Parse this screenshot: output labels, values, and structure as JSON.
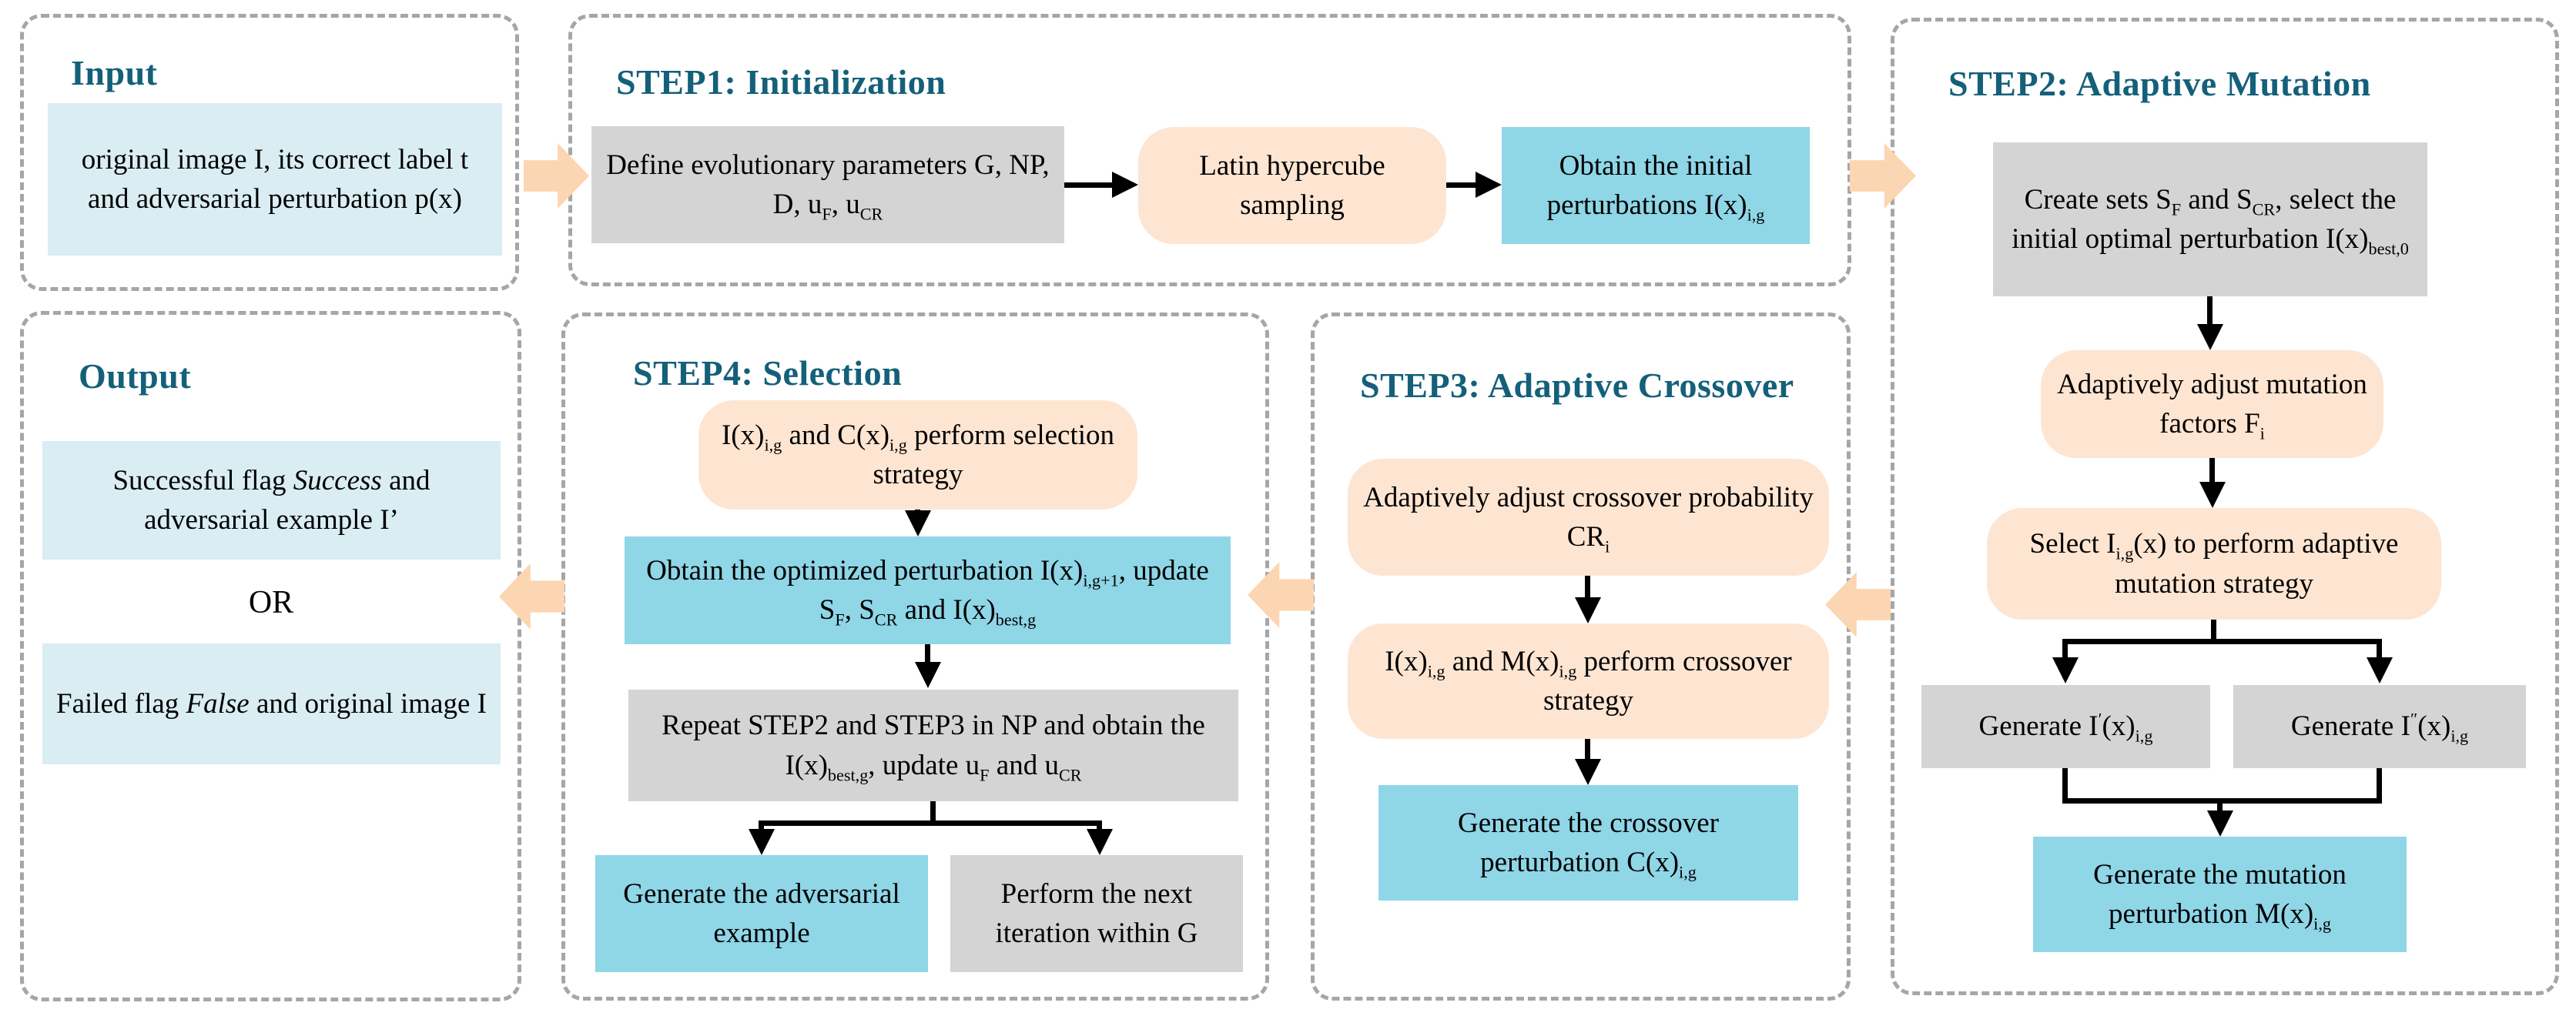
{
  "palette": {
    "title_teal": "#14607a",
    "dashed_border_gray": "#a6a6a6",
    "node_gray": "#d4d4d4",
    "node_peach": "#fde5d2",
    "node_blue": "#8fd6e7",
    "node_lightblue": "#d9edf3",
    "flow_arrow_peach": "#fcd6b2",
    "text_black": "#000000"
  },
  "panels": {
    "input": {
      "title": "Input",
      "box": [
        {
          "t": "original image I, its correct label t and adversarial perturbation p(x)"
        }
      ]
    },
    "step1": {
      "title": "STEP1: Initialization",
      "nodes": {
        "define": [
          {
            "t": "Define evolutionary parameters G, NP, D, u"
          },
          {
            "sub": "F"
          },
          {
            "t": ", u"
          },
          {
            "sub": "CR"
          }
        ],
        "sampling": [
          {
            "t": "Latin hypercube sampling"
          }
        ],
        "obtain": [
          {
            "t": "Obtain the initial perturbations I(x)"
          },
          {
            "sub": "i,g"
          }
        ]
      }
    },
    "step2": {
      "title": "STEP2: Adaptive Mutation",
      "nodes": {
        "create": [
          {
            "t": "Create sets S"
          },
          {
            "sub": "F"
          },
          {
            "t": " and S"
          },
          {
            "sub": "CR"
          },
          {
            "t": ", select the initial optimal perturbation I(x)"
          },
          {
            "sub": "best,0"
          }
        ],
        "adjust_f": [
          {
            "t": "Adaptively adjust mutation factors F"
          },
          {
            "sub": "i"
          }
        ],
        "select": [
          {
            "t": "Select I"
          },
          {
            "sub": "i,g"
          },
          {
            "t": "(x) to perform adaptive mutation strategy"
          }
        ],
        "gen_i1": [
          {
            "t": "Generate I"
          },
          {
            "sup": "′"
          },
          {
            "t": "(x)"
          },
          {
            "sub": "i,g"
          }
        ],
        "gen_i2": [
          {
            "t": "Generate I"
          },
          {
            "sup": "″"
          },
          {
            "t": "(x)"
          },
          {
            "sub": "i,g"
          }
        ],
        "gen_m": [
          {
            "t": "Generate the mutation perturbation M(x)"
          },
          {
            "sub": "i,g"
          }
        ]
      }
    },
    "step3": {
      "title": "STEP3: Adaptive Crossover",
      "nodes": {
        "adjust_cr": [
          {
            "t": "Adaptively adjust crossover probability CR"
          },
          {
            "sub": "i"
          }
        ],
        "crossover": [
          {
            "t": "I(x)"
          },
          {
            "sub": "i,g"
          },
          {
            "t": " and M(x)"
          },
          {
            "sub": "i,g"
          },
          {
            "t": " perform crossover strategy"
          }
        ],
        "gen_c": [
          {
            "t": "Generate the crossover perturbation C(x)"
          },
          {
            "sub": "i,g"
          }
        ]
      }
    },
    "step4": {
      "title": "STEP4: Selection",
      "nodes": {
        "selection": [
          {
            "t": "I(x)"
          },
          {
            "sub": "i,g"
          },
          {
            "t": " and C(x)"
          },
          {
            "sub": "i,g"
          },
          {
            "t": " perform selection strategy"
          }
        ],
        "optimized": [
          {
            "t": "Obtain the optimized perturbation I(x)"
          },
          {
            "sub": "i,g+1"
          },
          {
            "t": ", update S"
          },
          {
            "sub": "F"
          },
          {
            "t": ", S"
          },
          {
            "sub": "CR"
          },
          {
            "t": " and I(x)"
          },
          {
            "sub": "best,g"
          }
        ],
        "repeat": [
          {
            "t": "Repeat STEP2 and STEP3 in NP and obtain the I(x)"
          },
          {
            "sub": "best,g"
          },
          {
            "t": ", update u"
          },
          {
            "sub": "F"
          },
          {
            "t": " and u"
          },
          {
            "sub": "CR"
          }
        ],
        "gen_adv": [
          {
            "t": "Generate the adversarial example"
          }
        ],
        "next_iter": [
          {
            "t": "Perform the next iteration within G"
          }
        ]
      }
    },
    "output": {
      "title": "Output",
      "success": [
        {
          "t": "Successful flag "
        },
        {
          "i": "Success"
        },
        {
          "t": " and adversarial example I’"
        }
      ],
      "or": "OR",
      "failed": [
        {
          "t": "Failed flag "
        },
        {
          "i": "False"
        },
        {
          "t": " and original image I"
        }
      ]
    }
  }
}
